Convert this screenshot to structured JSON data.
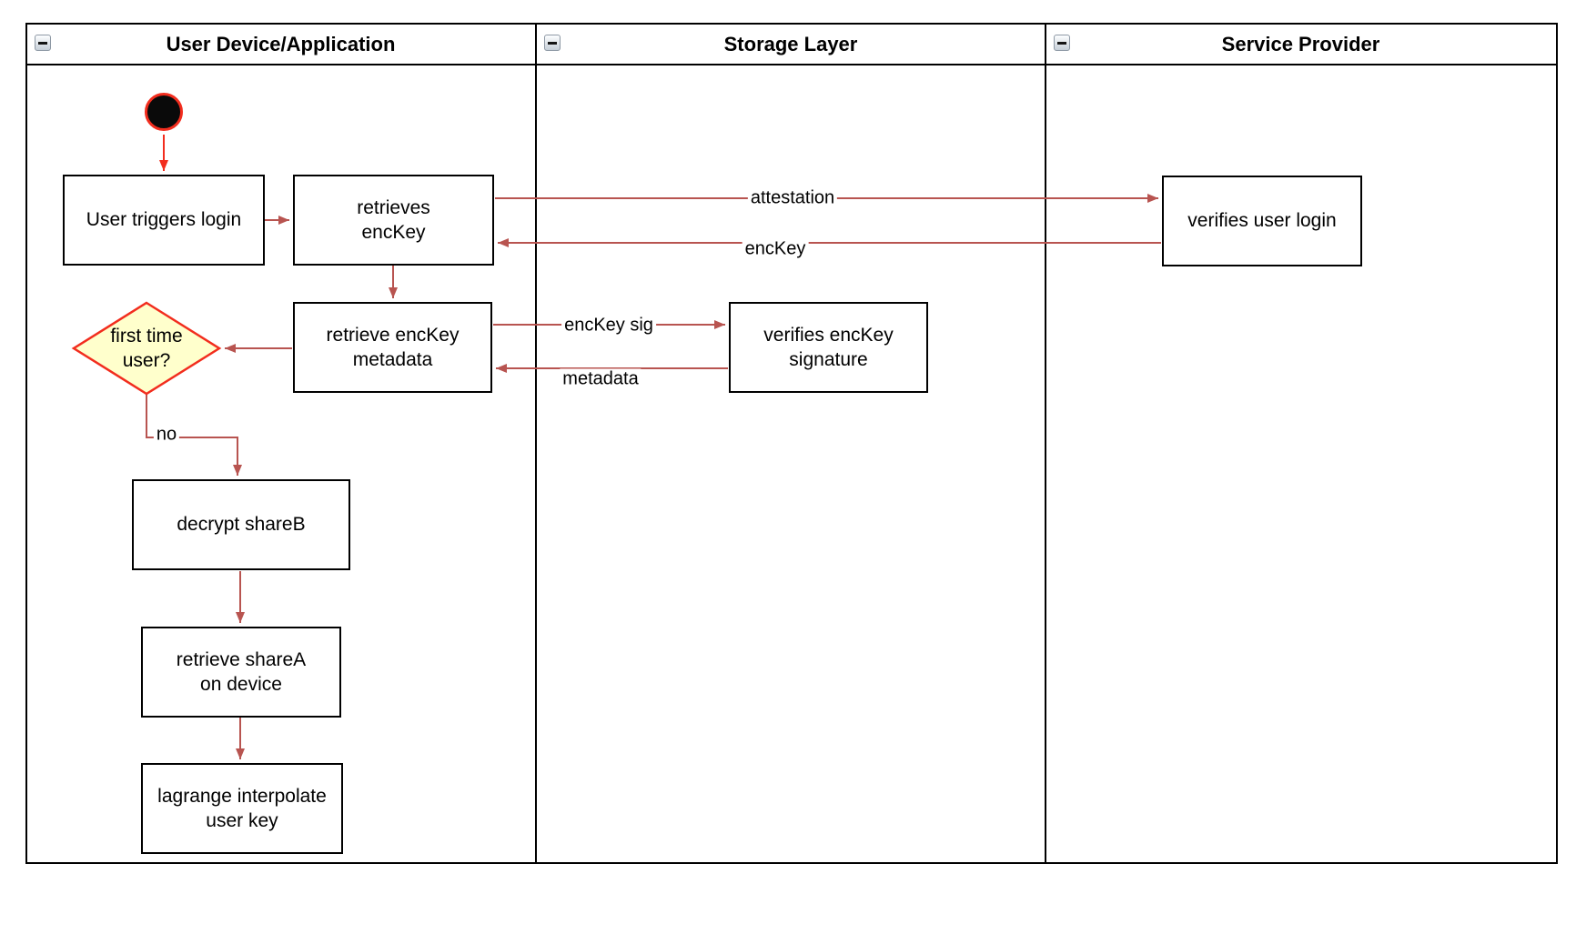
{
  "lanes": [
    {
      "title": "User Device/Application",
      "collapse_icon": "minus"
    },
    {
      "title": "Storage Layer",
      "collapse_icon": "minus"
    },
    {
      "title": "Service Provider",
      "collapse_icon": "minus"
    }
  ],
  "nodes": {
    "user_triggers_login": "User triggers login",
    "retrieves_enckey": "retrieves\nencKey",
    "retrieve_enckey_metadata": "retrieve encKey\nmetadata",
    "first_time_user": "first time\nuser?",
    "decrypt_shareb": "decrypt shareB",
    "retrieve_sharea": "retrieve shareA\non device",
    "lagrange_interpolate": "lagrange interpolate\nuser key",
    "verifies_enckey_signature": "verifies encKey\nsignature",
    "verifies_user_login": "verifies user login"
  },
  "edge_labels": {
    "attestation": "attestation",
    "enckey": "encKey",
    "enckey_sig": "encKey sig",
    "metadata": "metadata",
    "no": "no"
  },
  "colors": {
    "edge_arrow": "#b85450",
    "start_red": "#f22d1e",
    "decision_fill": "#ffffcc",
    "shape_border": "#000000",
    "shape_fill": "#ffffff",
    "lane_border": "#000000"
  }
}
